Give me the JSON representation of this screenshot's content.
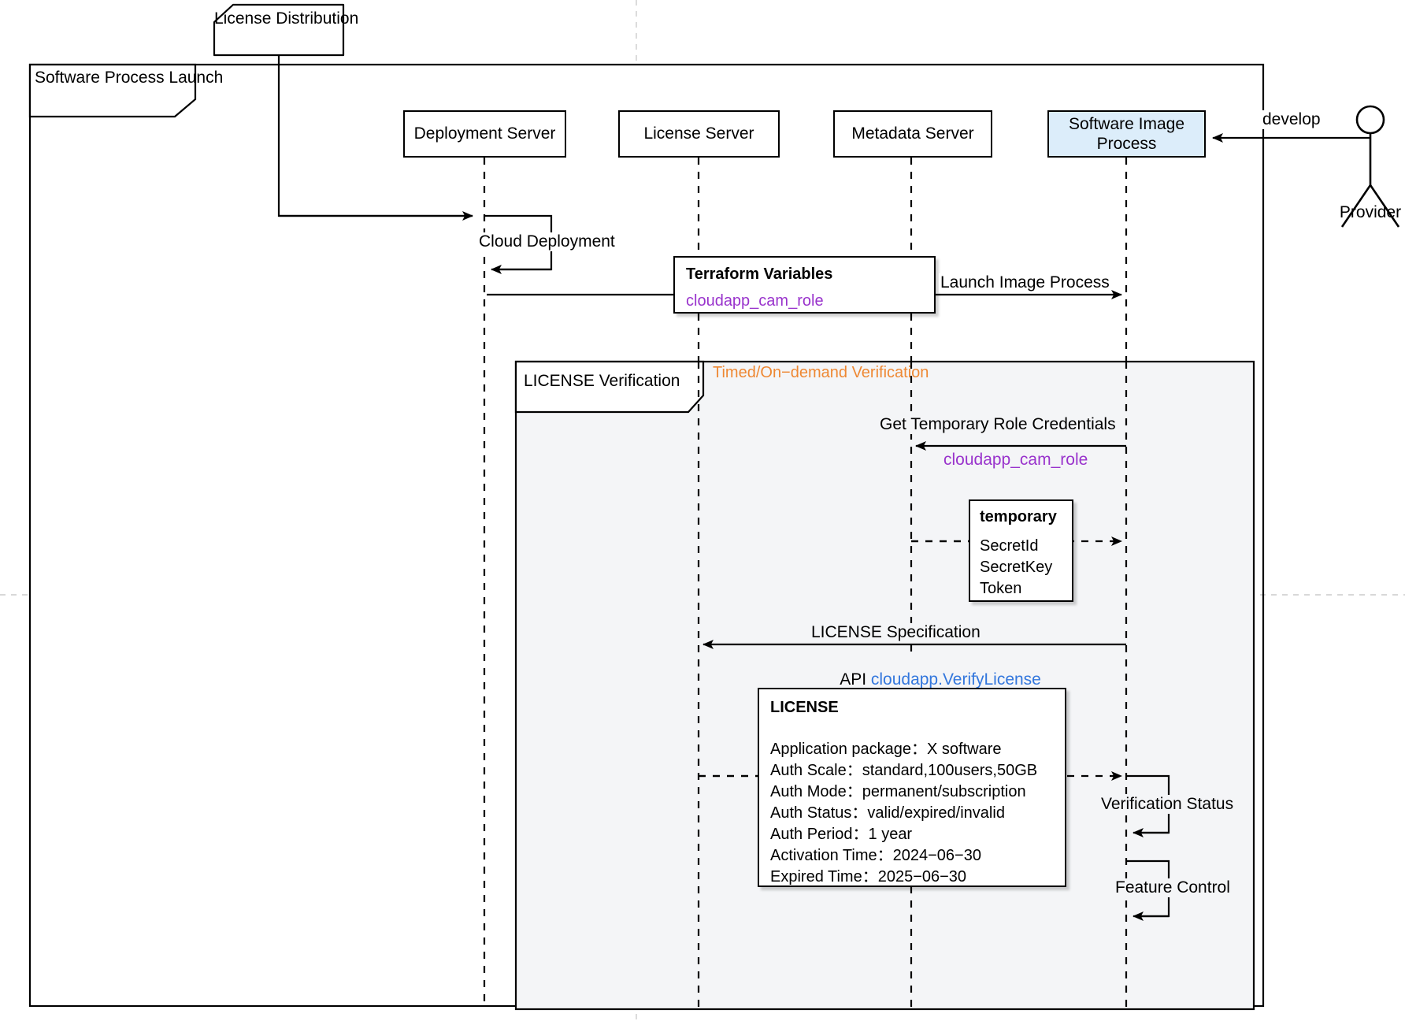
{
  "diagram": {
    "type": "uml-sequence-diagram",
    "title": "Software Process Launch",
    "frame": {
      "label": "Software Process Launch"
    },
    "colors": {
      "highlight_fill": "#dcedfa",
      "fragment_fill": "#f4f5f7",
      "purple_text": "#9933cc",
      "blue_text": "#3377dd",
      "orange_text": "#ee8833",
      "line": "#000000"
    },
    "entry_note": {
      "label": "License Distribution"
    },
    "lifelines": [
      {
        "id": "deployment",
        "label": "Deployment Server",
        "highlight": false
      },
      {
        "id": "license",
        "label": "License Server",
        "highlight": false
      },
      {
        "id": "metadata",
        "label": "Metadata Server",
        "highlight": false
      },
      {
        "id": "image",
        "label": "Software Image Process",
        "highlight": true
      }
    ],
    "actor": {
      "label": "Provider",
      "message": "develop"
    },
    "messages": [
      {
        "id": "m-cloud-deploy",
        "label": "Cloud Deployment",
        "kind": "self-call",
        "from": "deployment",
        "to": "deployment"
      },
      {
        "id": "m-launch-image",
        "label": "Launch Image Process",
        "kind": "call",
        "from": "license",
        "to": "image"
      },
      {
        "id": "m-get-temp-cred",
        "label": "Get Temporary Role Credentials",
        "sublabel": "cloudapp_cam_role",
        "sublabel_style": "purple",
        "kind": "call",
        "from": "image",
        "to": "metadata"
      },
      {
        "id": "m-temp-return",
        "label": "",
        "kind": "return",
        "from": "metadata",
        "to": "image"
      },
      {
        "id": "m-license-spec",
        "label": "LICENSE Specification",
        "sublabel_prefix": "API ",
        "sublabel": "cloudapp.VerifyLicense",
        "sublabel_style": "blue",
        "kind": "call",
        "from": "image",
        "to": "license"
      },
      {
        "id": "m-license-return",
        "label": "",
        "kind": "return",
        "from": "license",
        "to": "image"
      },
      {
        "id": "m-verification-status",
        "label": "Verification Status",
        "kind": "self-call",
        "from": "image",
        "to": "image"
      },
      {
        "id": "m-feature-control",
        "label": "Feature Control",
        "kind": "self-call",
        "from": "image",
        "to": "image"
      }
    ],
    "fragment": {
      "label": "LICENSE Verification",
      "condition": "Timed/On−demand Verification"
    },
    "notes": [
      {
        "id": "note-terraform",
        "title": "Terraform Variables",
        "lines": [
          {
            "text": "cloudapp_cam_role",
            "style": "purple"
          }
        ]
      },
      {
        "id": "note-temporary",
        "title": "temporary",
        "lines": [
          {
            "text": "SecretId",
            "style": "plain"
          },
          {
            "text": "SecretKey",
            "style": "plain"
          },
          {
            "text": "Token",
            "style": "plain"
          }
        ]
      },
      {
        "id": "note-license",
        "title": "LICENSE",
        "lines": [
          {
            "text": "Application package：X software",
            "style": "plain"
          },
          {
            "text": "Auth Scale：standard,100users,50GB",
            "style": "plain"
          },
          {
            "text": "Auth Mode：permanent/subscription",
            "style": "plain"
          },
          {
            "text": "Auth Status：valid/expired/invalid",
            "style": "plain"
          },
          {
            "text": "Auth Period：1 year",
            "style": "plain"
          },
          {
            "text": "Activation Time：2024−06−30",
            "style": "plain"
          },
          {
            "text": "Expired Time：2025−06−30",
            "style": "plain"
          }
        ]
      }
    ]
  }
}
